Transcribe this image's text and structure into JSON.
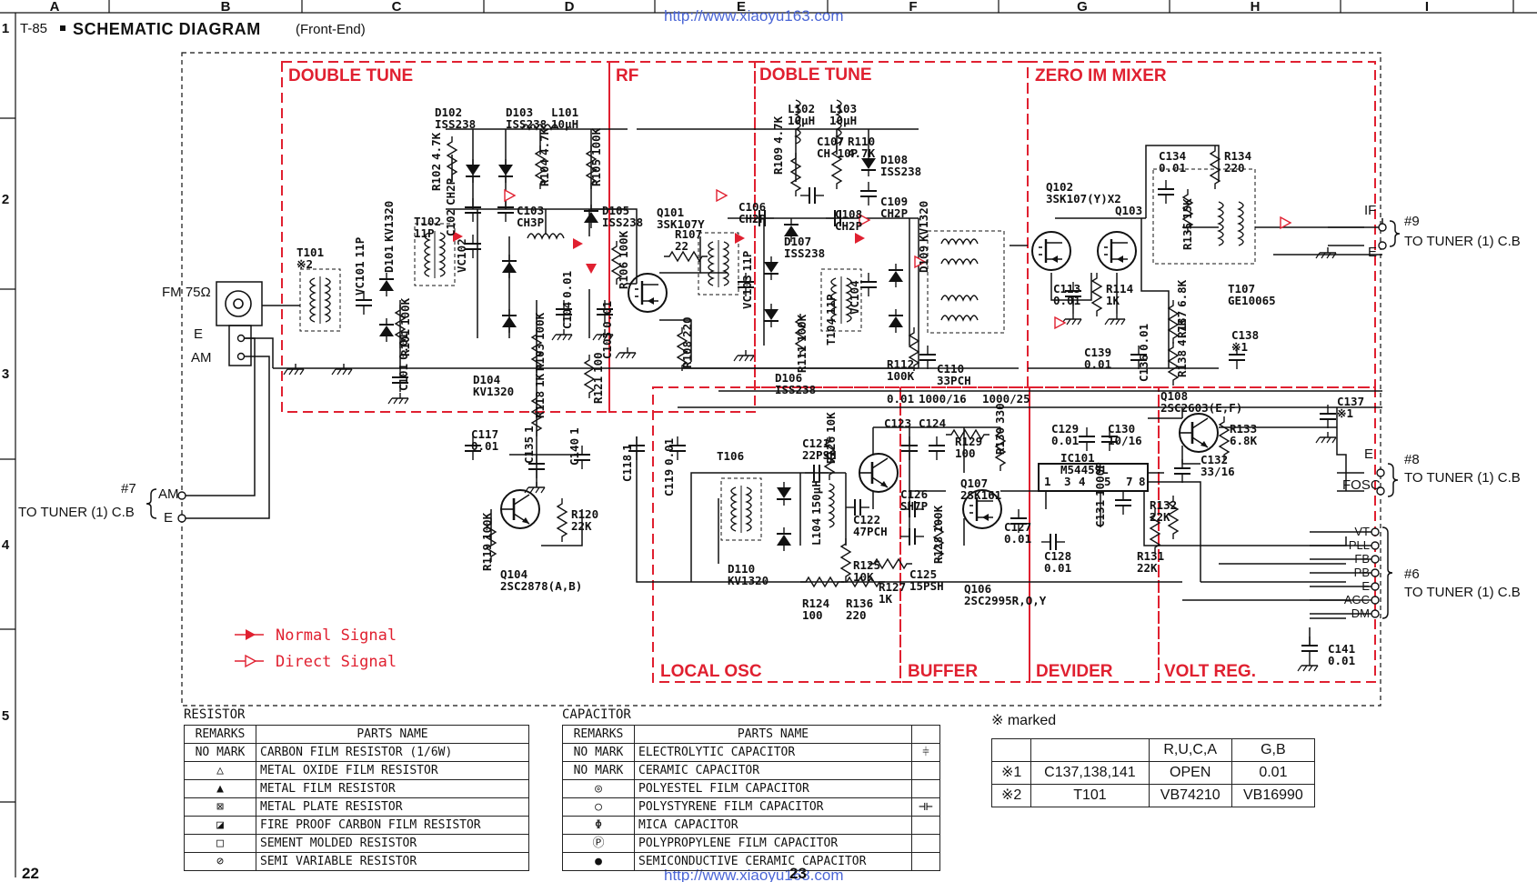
{
  "header": {
    "columns": [
      "A",
      "B",
      "C",
      "D",
      "E",
      "F",
      "G",
      "H",
      "I"
    ],
    "rows": [
      "1",
      "2",
      "3",
      "4",
      "5"
    ],
    "page_code": "T-85",
    "title": "SCHEMATIC DIAGRAM",
    "subtitle": "(Front-End)",
    "watermark_url": "http://www.xiaoyu163.com",
    "page_left": "22",
    "page_right": "23"
  },
  "blocks": {
    "double_tune": "DOUBLE TUNE",
    "rf": "RF",
    "doble_tune": "DOBLE TUNE",
    "zero_im_mixer": "ZERO IM MIXER",
    "local_osc": "LOCAL OSC",
    "buffer": "BUFFER",
    "devider": "DEVIDER",
    "volt_reg": "VOLT REG."
  },
  "connectors": {
    "fm": "FM 75Ω",
    "e": "E",
    "am": "AM",
    "c7_id": "#7",
    "c7_am": "AM",
    "c7_e": "E",
    "c7_to": "TO TUNER (1) C.B",
    "c9_id": "#9",
    "c9_if": "IF",
    "c9_e": "E",
    "c9_to": "TO TUNER (1) C.B",
    "c8_id": "#8",
    "c8_e": "E",
    "c8_fosc": "FOSC",
    "c8_to": "TO TUNER (1) C.B",
    "c6_id": "#6",
    "c6_pins": [
      "VT",
      "PLL",
      "FB",
      "PB",
      "E",
      "AGC",
      "DM"
    ],
    "c6_to": "TO TUNER (1) C.B"
  },
  "components": [
    {
      "ref": "D102",
      "value": "ISS238"
    },
    {
      "ref": "D103",
      "value": "ISS238"
    },
    {
      "ref": "L101",
      "value": "10μH"
    },
    {
      "ref": "R102",
      "value": "4.7K"
    },
    {
      "ref": "R104",
      "value": "4.7K"
    },
    {
      "ref": "R105",
      "value": "100K"
    },
    {
      "ref": "C102",
      "value": "CH2P"
    },
    {
      "ref": "C103",
      "value": "CH3P"
    },
    {
      "ref": "T101",
      "value": "※2"
    },
    {
      "ref": "VC101",
      "value": "11P"
    },
    {
      "ref": "D101",
      "value": "KV1320"
    },
    {
      "ref": "R101",
      "value": "100K"
    },
    {
      "ref": "C101",
      "value": "0.01"
    },
    {
      "ref": "T102",
      "value": "11P"
    },
    {
      "ref": "VC102",
      "value": ""
    },
    {
      "ref": "D104",
      "value": "KV1320"
    },
    {
      "ref": "R103",
      "value": "100K"
    },
    {
      "ref": "R118",
      "value": "1K"
    },
    {
      "ref": "C104",
      "value": "0.01"
    },
    {
      "ref": "C105",
      "value": "0.01"
    },
    {
      "ref": "R121",
      "value": "100"
    },
    {
      "ref": "D105",
      "value": "ISS238"
    },
    {
      "ref": "Q101",
      "value": "3SK107Y"
    },
    {
      "ref": "R106",
      "value": "100K"
    },
    {
      "ref": "R107",
      "value": "22"
    },
    {
      "ref": "R108",
      "value": "220"
    },
    {
      "ref": "L102",
      "value": "10μH"
    },
    {
      "ref": "L103",
      "value": "10μH"
    },
    {
      "ref": "C107",
      "value": "CH 10P"
    },
    {
      "ref": "R109",
      "value": "4.7K"
    },
    {
      "ref": "R110",
      "value": "4.7K"
    },
    {
      "ref": "D108",
      "value": "ISS238"
    },
    {
      "ref": "C109",
      "value": "CH2P"
    },
    {
      "ref": "C106",
      "value": "CH2P"
    },
    {
      "ref": "C108",
      "value": "CH2P"
    },
    {
      "ref": "D107",
      "value": "ISS238"
    },
    {
      "ref": "D109",
      "value": "KV1320"
    },
    {
      "ref": "VC103",
      "value": "11P"
    },
    {
      "ref": "T104",
      "value": "11P"
    },
    {
      "ref": "VC104",
      "value": ""
    },
    {
      "ref": "R111",
      "value": "100K"
    },
    {
      "ref": "R112",
      "value": "100K"
    },
    {
      "ref": "D106",
      "value": "ISS238"
    },
    {
      "ref": "C110",
      "value": "33PCH"
    },
    {
      "ref": "Q102",
      "value": "3SK107(Y)X2"
    },
    {
      "ref": "Q103",
      "value": ""
    },
    {
      "ref": "C113",
      "value": "0.01"
    },
    {
      "ref": "R114",
      "value": "1K"
    },
    {
      "ref": "C134",
      "value": "0.01"
    },
    {
      "ref": "R134",
      "value": "220"
    },
    {
      "ref": "R135",
      "value": "15K"
    },
    {
      "ref": "T107",
      "value": "GE10065"
    },
    {
      "ref": "R137",
      "value": "6.8K"
    },
    {
      "ref": "R138",
      "value": "4.7K"
    },
    {
      "ref": "C138",
      "value": "※1"
    },
    {
      "ref": "C139",
      "value": "0.01"
    },
    {
      "ref": "C136",
      "value": "0.01"
    },
    {
      "ref": "C117",
      "value": "0.01"
    },
    {
      "ref": "C135",
      "value": "1"
    },
    {
      "ref": "C140",
      "value": "1"
    },
    {
      "ref": "C118",
      "value": "1"
    },
    {
      "ref": "C119",
      "value": "0.01"
    },
    {
      "ref": "Q104",
      "value": "2SC2878(A,B)"
    },
    {
      "ref": "R119",
      "value": "100K"
    },
    {
      "ref": "R120",
      "value": "22K"
    },
    {
      "ref": "T106",
      "value": ""
    },
    {
      "ref": "D110",
      "value": "KV1320"
    },
    {
      "ref": "C121",
      "value": "22PSH"
    },
    {
      "ref": "L104",
      "value": "150μH"
    },
    {
      "ref": "R126",
      "value": "10K"
    },
    {
      "ref": "Q106",
      "value": "2SC2995R,O,Y"
    },
    {
      "ref": "C122",
      "value": "47PCH"
    },
    {
      "ref": "R125",
      "value": "10K"
    },
    {
      "ref": "R124",
      "value": "100"
    },
    {
      "ref": "R136",
      "value": "220"
    },
    {
      "ref": "R127",
      "value": "1K"
    },
    {
      "ref": "C125",
      "value": "15PSH"
    },
    {
      "ref": "C123",
      "value": ""
    },
    {
      "ref": "C124",
      "value": ""
    },
    {
      "ref": "R129",
      "value": "100"
    },
    {
      "ref": "R130",
      "value": "330"
    },
    {
      "ref": "C126",
      "value": "SH7P"
    },
    {
      "ref": "R128",
      "value": "100K"
    },
    {
      "ref": "Q107",
      "value": "2SK161"
    },
    {
      "ref": "C127",
      "value": "0.01"
    },
    {
      "ref": "C129",
      "value": "0.01"
    },
    {
      "ref": "C130",
      "value": "10/16"
    },
    {
      "ref": "IC101",
      "value": "M54459L"
    },
    {
      "ref": "C131",
      "value": "1000P"
    },
    {
      "ref": "C128",
      "value": "0.01"
    },
    {
      "ref": "R131",
      "value": "22K"
    },
    {
      "ref": "R132",
      "value": "22K"
    },
    {
      "ref": "Q108",
      "value": "2SC2603(E,F)"
    },
    {
      "ref": "R133",
      "value": "6.8K"
    },
    {
      "ref": "C132",
      "value": "33/16"
    },
    {
      "ref": "C137",
      "value": "※1"
    },
    {
      "ref": "C141",
      "value": "0.01"
    }
  ],
  "bus_labels": [
    "0.01",
    "1000/16",
    "1000/25"
  ],
  "ic_pins": [
    "1",
    "3",
    "4",
    "5",
    "7",
    "8"
  ],
  "legend": {
    "normal": "Normal Signal",
    "direct": "Direct Signal"
  },
  "resistor_table": {
    "caption": "RESISTOR",
    "headers": [
      "REMARKS",
      "PARTS NAME"
    ],
    "rows": [
      {
        "mark": "NO MARK",
        "name": "CARBON FILM RESISTOR (1/6W)"
      },
      {
        "mark": "△",
        "name": "METAL OXIDE FILM RESISTOR"
      },
      {
        "mark": "▲",
        "name": "METAL FILM RESISTOR"
      },
      {
        "mark": "⊠",
        "name": "METAL PLATE RESISTOR"
      },
      {
        "mark": "◪",
        "name": "FIRE PROOF CARBON FILM RESISTOR"
      },
      {
        "mark": "□",
        "name": "SEMENT MOLDED RESISTOR"
      },
      {
        "mark": "⊘",
        "name": "SEMI VARIABLE RESISTOR"
      }
    ]
  },
  "capacitor_table": {
    "caption": "CAPACITOR",
    "headers": [
      "REMARKS",
      "PARTS NAME"
    ],
    "rows": [
      {
        "mark": "NO MARK",
        "name": "ELECTROLYTIC CAPACITOR",
        "sym": "⫩"
      },
      {
        "mark": "NO MARK",
        "name": "CERAMIC CAPACITOR",
        "sym": ""
      },
      {
        "mark": "◎",
        "name": "POLYESTEL FILM CAPACITOR",
        "sym": ""
      },
      {
        "mark": "○",
        "name": "POLYSTYRENE FILM CAPACITOR",
        "sym": "⊣⊢"
      },
      {
        "mark": "Φ",
        "name": "MICA CAPACITOR",
        "sym": ""
      },
      {
        "mark": "Ⓟ",
        "name": "POLYPROPYLENE FILM CAPACITOR",
        "sym": ""
      },
      {
        "mark": "●",
        "name": "SEMICONDUCTIVE CERAMIC CAPACITOR",
        "sym": ""
      }
    ]
  },
  "x_marked": {
    "caption": "※ marked",
    "headers": [
      "",
      "",
      "R,U,C,A",
      "G,B"
    ],
    "rows": [
      {
        "mark": "※1",
        "ref": "C137,138,141",
        "ruca": "OPEN",
        "gb": "0.01"
      },
      {
        "mark": "※2",
        "ref": "T101",
        "ruca": "VB74210",
        "gb": "VB16990"
      }
    ]
  },
  "colors": {
    "block_border": "#e02030",
    "block_label": "#e02030",
    "ink": "#111111",
    "watermark": "#3f5fd0"
  }
}
